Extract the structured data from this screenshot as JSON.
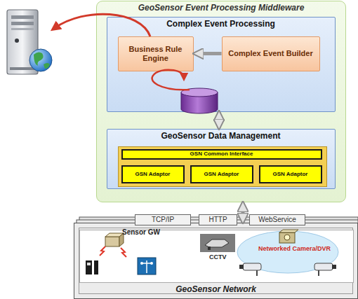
{
  "diagram": {
    "nodes": [
      {
        "text": [
          "GeoSensor Event Processing Middleware"
        ]
      },
      {
        "text": [
          "Complex Event Processing"
        ],
        "in": 0
      },
      {
        "text": [
          "Business Rule Engine"
        ],
        "in": 1
      },
      {
        "text": [
          "Complex Event Builder"
        ],
        "in": 1
      },
      {
        "text": [
          "GeoSensor Data Management"
        ],
        "in": 0
      },
      {
        "text": [
          "GSN Common Interface"
        ],
        "in": 4
      },
      {
        "text": [
          "GSN Adaptor"
        ],
        "in": 4
      },
      {
        "text": [
          "GSN Adaptor"
        ],
        "in": 4
      },
      {
        "text": [
          "GSN Adaptor"
        ],
        "in": 4
      },
      {
        "text": [
          "GeoSensor Network"
        ]
      },
      {
        "text": [
          "TCP/IP"
        ],
        "in": 9
      },
      {
        "text": [
          "HTTP"
        ],
        "in": 9
      },
      {
        "text": [
          "WebService"
        ],
        "in": 9
      }
    ],
    "edges": [
      {
        "from": 3,
        "to": 2,
        "arrow": "to"
      },
      {
        "from": 1,
        "to": 4,
        "arrow": "both"
      },
      {
        "from": 0,
        "to": 9,
        "arrow": "both"
      }
    ],
    "labels": [
      "Sensor GW",
      "CCTV",
      "Networked Camera/DVR"
    ]
  }
}
